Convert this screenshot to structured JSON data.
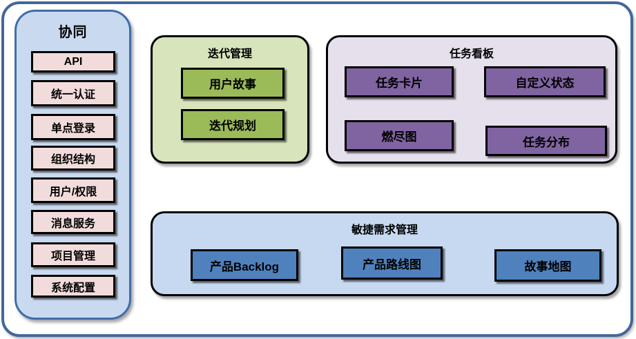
{
  "sidebar": {
    "title": "协同",
    "items": [
      {
        "label": "API"
      },
      {
        "label": "统一认证"
      },
      {
        "label": "单点登录"
      },
      {
        "label": "组织结构"
      },
      {
        "label": "用户/权限"
      },
      {
        "label": "消息服务"
      },
      {
        "label": "项目管理"
      },
      {
        "label": "系统配置"
      }
    ]
  },
  "groups": {
    "iteration": {
      "title": "迭代管理",
      "items": [
        {
          "label": "用户故事"
        },
        {
          "label": "迭代规划"
        }
      ]
    },
    "kanban": {
      "title": "任务看板",
      "items": [
        {
          "label": "任务卡片"
        },
        {
          "label": "自定义状态"
        },
        {
          "label": "燃尽图"
        },
        {
          "label": "任务分布"
        }
      ]
    },
    "agile": {
      "title": "敏捷需求管理",
      "items": [
        {
          "label": "产品Backlog"
        },
        {
          "label": "产品路线图"
        },
        {
          "label": "故事地图"
        }
      ]
    }
  },
  "colors": {
    "outer_border": "#44679a",
    "sidebar_fill": "#c9daf0",
    "sidebar_border": "#3f6ea8",
    "pink_item": "#f2dcdb",
    "green_container": "#d7e4bc",
    "green_item": "#9bbb59",
    "purple_container": "#e6e0ec",
    "purple_item": "#8064a2",
    "blue_container": "#c6d9f0",
    "blue_item": "#4f81bd",
    "text": "#000000"
  }
}
